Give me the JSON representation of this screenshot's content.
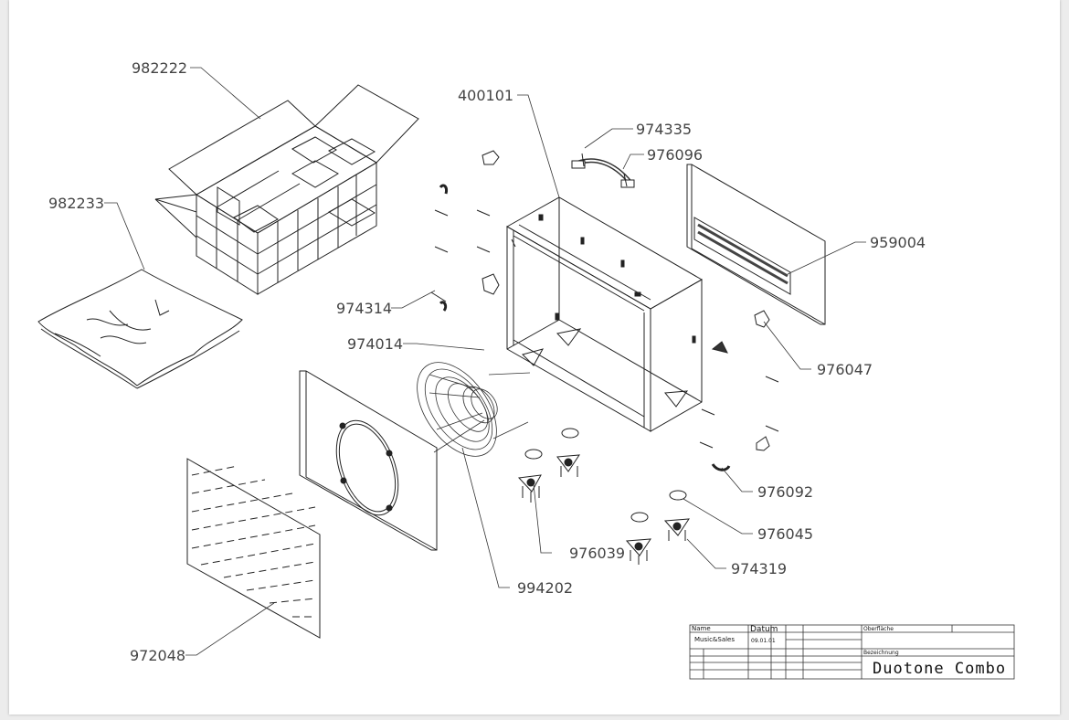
{
  "part_labels": {
    "p982222": "982222",
    "p400101": "400101",
    "p974335": "974335",
    "p976096": "976096",
    "p982233": "982233",
    "p959004": "959004",
    "p974314": "974314",
    "p974014": "974014",
    "p976047": "976047",
    "p976092": "976092",
    "p976045": "976045",
    "p976039": "976039",
    "p974319": "974319",
    "p994202": "994202",
    "p972048": "972048"
  },
  "title_block": {
    "name_header": "Name",
    "name_value": "Music&Sales",
    "date_header": "Datum",
    "date_value": "09.01.01",
    "surface_header": "Oberfläche",
    "designation_header": "Bezeichnung",
    "designation_value": "Duotone Combo"
  },
  "colors": {
    "ink": "#222222",
    "label": "#444444",
    "paper": "#ffffff",
    "background": "#ececec"
  }
}
